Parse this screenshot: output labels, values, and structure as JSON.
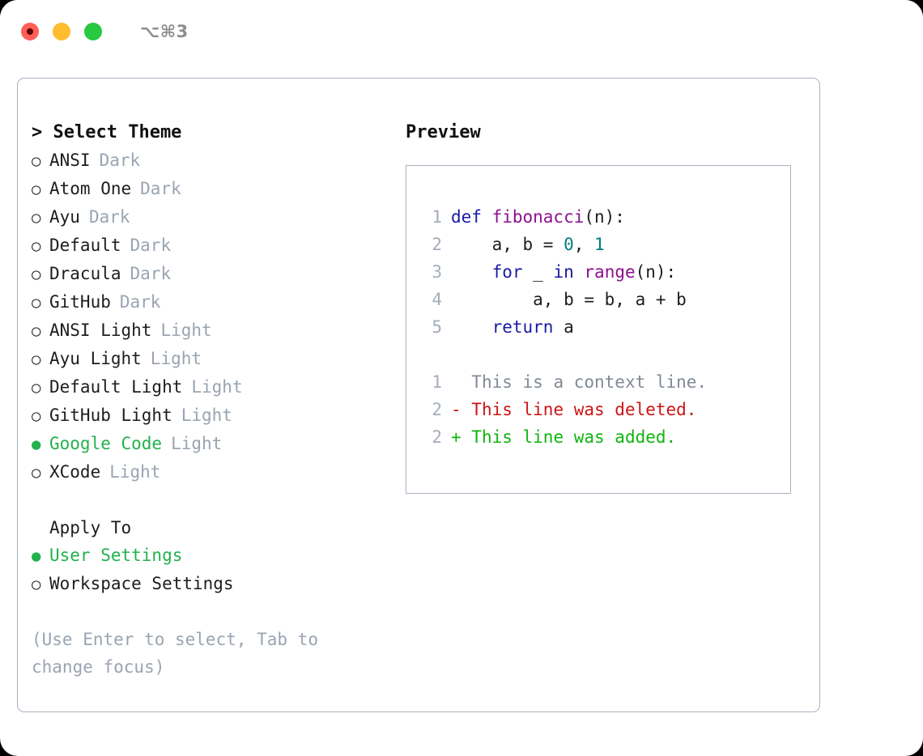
{
  "titlebar": {
    "shortcut": "⌥⌘3",
    "lights": [
      {
        "name": "close",
        "color": "#ff5f57"
      },
      {
        "name": "minimize",
        "color": "#febc2e"
      },
      {
        "name": "maximize",
        "color": "#28c840"
      }
    ]
  },
  "theme_picker": {
    "heading": "> Select Theme",
    "options": [
      {
        "marker": "○",
        "name": "ANSI",
        "category": "Dark",
        "selected": false
      },
      {
        "marker": "○",
        "name": "Atom One",
        "category": "Dark",
        "selected": false
      },
      {
        "marker": "○",
        "name": "Ayu",
        "category": "Dark",
        "selected": false
      },
      {
        "marker": "○",
        "name": "Default",
        "category": "Dark",
        "selected": false
      },
      {
        "marker": "○",
        "name": "Dracula",
        "category": "Dark",
        "selected": false
      },
      {
        "marker": "○",
        "name": "GitHub",
        "category": "Dark",
        "selected": false
      },
      {
        "marker": "○",
        "name": "ANSI Light",
        "category": "Light",
        "selected": false
      },
      {
        "marker": "○",
        "name": "Ayu Light",
        "category": "Light",
        "selected": false
      },
      {
        "marker": "○",
        "name": "Default Light",
        "category": "Light",
        "selected": false
      },
      {
        "marker": "○",
        "name": "GitHub Light",
        "category": "Light",
        "selected": false
      },
      {
        "marker": "●",
        "name": "Google Code",
        "category": "Light",
        "selected": true
      },
      {
        "marker": "○",
        "name": "XCode",
        "category": "Light",
        "selected": false
      }
    ]
  },
  "apply_to": {
    "heading": "Apply To",
    "options": [
      {
        "marker": "●",
        "name": "User Settings",
        "selected": true
      },
      {
        "marker": "○",
        "name": "Workspace Settings",
        "selected": false
      }
    ]
  },
  "hint": "(Use Enter to select, Tab to change focus)",
  "preview": {
    "heading": "Preview",
    "code_lines": [
      {
        "number": "1",
        "tokens": [
          {
            "text": "def ",
            "type": "kw"
          },
          {
            "text": "fibonacci",
            "type": "fn"
          },
          {
            "text": "(n):",
            "type": "plain"
          }
        ]
      },
      {
        "number": "2",
        "tokens": [
          {
            "text": "    a, b = ",
            "type": "plain"
          },
          {
            "text": "0",
            "type": "num"
          },
          {
            "text": ", ",
            "type": "plain"
          },
          {
            "text": "1",
            "type": "num"
          }
        ]
      },
      {
        "number": "3",
        "tokens": [
          {
            "text": "    ",
            "type": "plain"
          },
          {
            "text": "for",
            "type": "kw"
          },
          {
            "text": " _ ",
            "type": "plain"
          },
          {
            "text": "in",
            "type": "kw"
          },
          {
            "text": " ",
            "type": "plain"
          },
          {
            "text": "range",
            "type": "fn"
          },
          {
            "text": "(n):",
            "type": "plain"
          }
        ]
      },
      {
        "number": "4",
        "tokens": [
          {
            "text": "        a, b = b, a + b",
            "type": "plain"
          }
        ]
      },
      {
        "number": "5",
        "tokens": [
          {
            "text": "    ",
            "type": "plain"
          },
          {
            "text": "return",
            "type": "kw"
          },
          {
            "text": " a",
            "type": "plain"
          }
        ]
      }
    ],
    "diff_lines": [
      {
        "number": "1",
        "sign": "  ",
        "text": "This is a context line.",
        "type": "ctx"
      },
      {
        "number": "2",
        "sign": "- ",
        "text": "This line was deleted.",
        "type": "del"
      },
      {
        "number": "2",
        "sign": "+ ",
        "text": "This line was added.",
        "type": "add"
      }
    ]
  },
  "colors": {
    "accent_green": "#22b14c",
    "muted": "#9aa4b2",
    "border": "#a9b3c1",
    "keyword": "#1919a6",
    "function": "#8f0f8f",
    "number": "#007d7d",
    "diff_delete": "#cc1414",
    "diff_add": "#10b410",
    "diff_context": "#808a96"
  }
}
